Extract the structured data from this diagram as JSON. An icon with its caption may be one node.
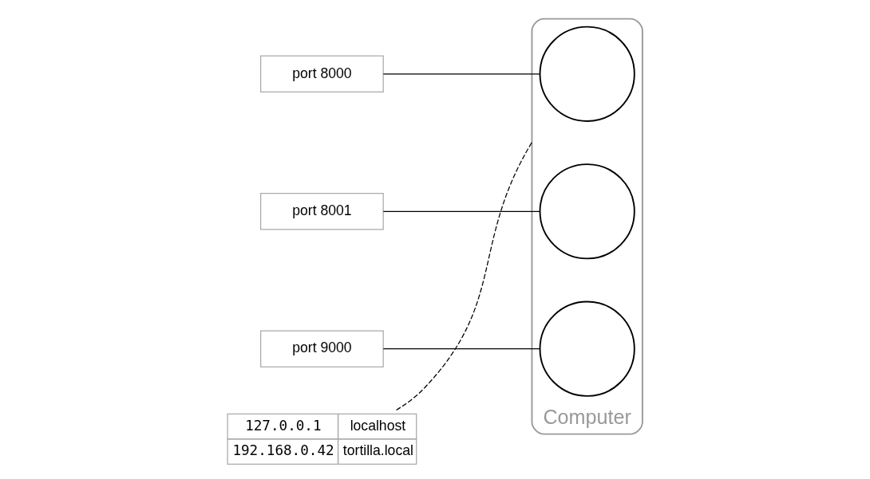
{
  "diagram": {
    "nodes": [
      {
        "text": [
          "Computer"
        ]
      },
      {
        "text": [
          "port 8000"
        ]
      },
      {
        "text": [
          "port 8001"
        ]
      },
      {
        "text": [
          "port 9000"
        ]
      },
      {
        "text": [],
        "shape": "circle",
        "in": 0
      },
      {
        "text": [],
        "shape": "circle",
        "in": 0
      },
      {
        "text": [],
        "shape": "circle",
        "in": 0
      },
      {
        "text": [
          "127.0.0.1",
          "localhost",
          "192.168.0.42",
          "tortilla.local"
        ]
      }
    ],
    "edges": [
      {
        "from": 1,
        "to": 4,
        "arrow": "none"
      },
      {
        "from": 2,
        "to": 5,
        "arrow": "none"
      },
      {
        "from": 3,
        "to": 6,
        "arrow": "none"
      },
      {
        "from": 7,
        "to": 0,
        "arrow": "none",
        "style": "dashed"
      }
    ]
  }
}
